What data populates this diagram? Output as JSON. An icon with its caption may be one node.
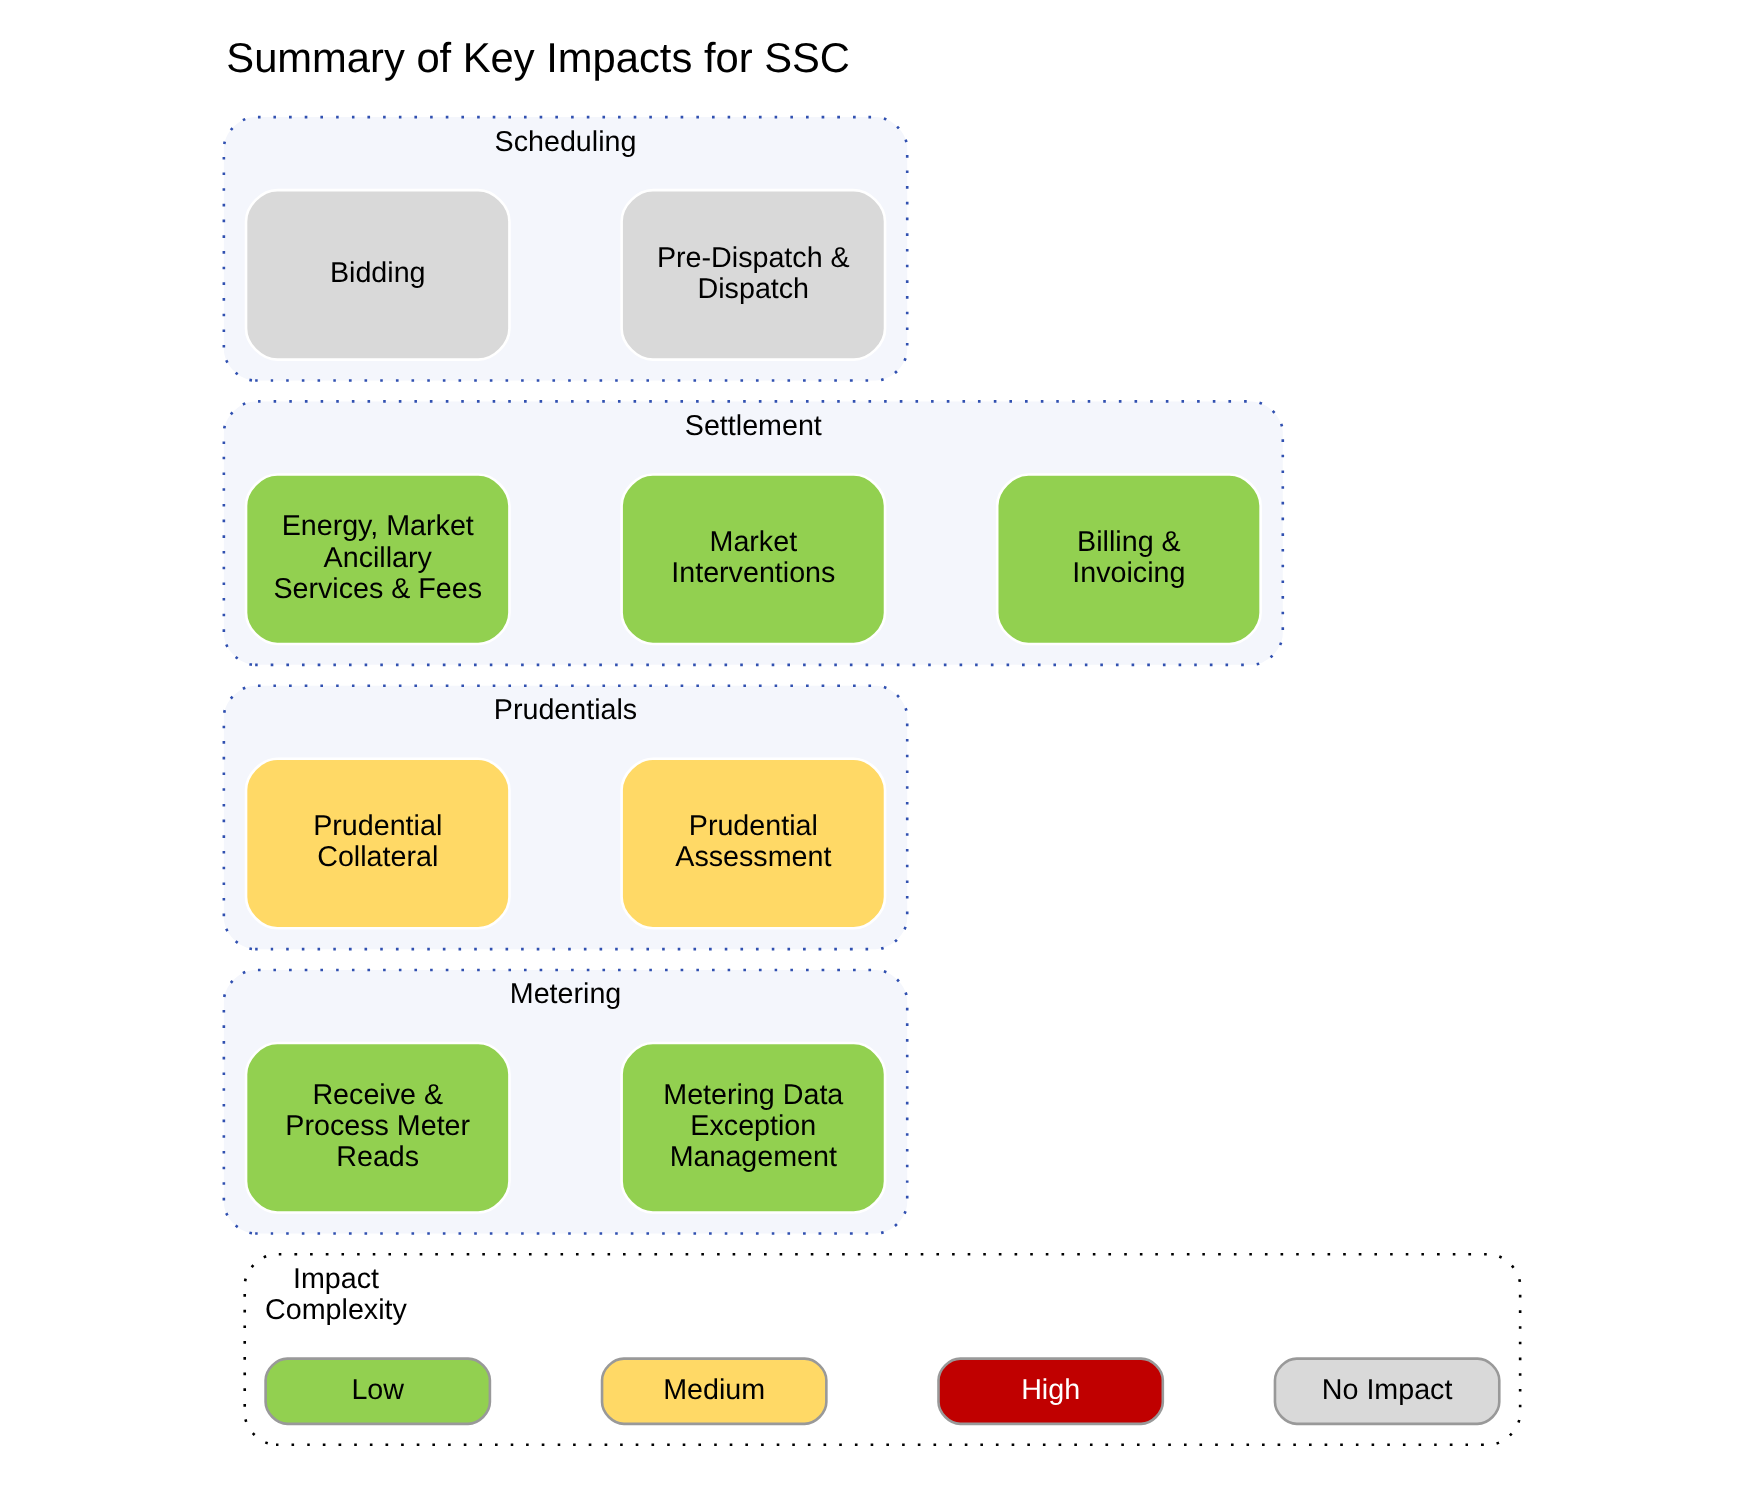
{
  "diagram": {
    "title": "Summary of Key Impacts for SSC",
    "nodes": [
      {
        "text": [
          "Scheduling"
        ]
      },
      {
        "text": [
          "Bidding"
        ],
        "in": 0
      },
      {
        "text": [
          "Pre-Dispatch & Dispatch"
        ],
        "in": 0
      },
      {
        "text": [
          "Settlement"
        ]
      },
      {
        "text": [
          "Energy, Market Ancillary Services & Fees"
        ],
        "in": 3
      },
      {
        "text": [
          "Market Interventions"
        ],
        "in": 3
      },
      {
        "text": [
          "Billing & Invoicing"
        ],
        "in": 3
      },
      {
        "text": [
          "Prudentials"
        ]
      },
      {
        "text": [
          "Prudential Collateral"
        ],
        "in": 7
      },
      {
        "text": [
          "Prudential Assessment"
        ],
        "in": 7
      },
      {
        "text": [
          "Metering"
        ]
      },
      {
        "text": [
          "Receive & Process Meter Reads"
        ],
        "in": 10
      },
      {
        "text": [
          "Metering Data Exception Management"
        ],
        "in": 10
      },
      {
        "text": [
          "Impact Complexity"
        ]
      }
    ],
    "edges": [],
    "legend": [
      {
        "text": "Low",
        "color": "#92d050"
      },
      {
        "text": "Medium",
        "color": "#ffd966"
      },
      {
        "text": "High",
        "color": "#c00000"
      },
      {
        "text": "No Impact",
        "color": "#d9d9d9"
      }
    ]
  }
}
